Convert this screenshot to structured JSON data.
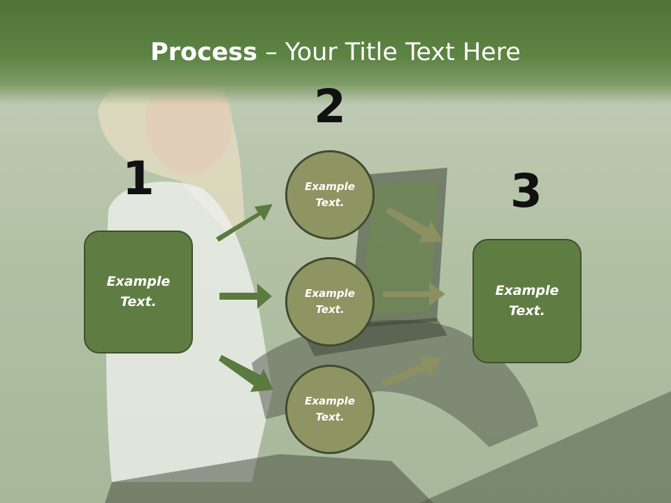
{
  "title": {
    "bold": "Process",
    "rest": " – Your Title Text Here"
  },
  "steps": [
    {
      "number": "1",
      "label": "Example Text."
    },
    {
      "number": "2",
      "items": [
        "Example Text.",
        "Example Text.",
        "Example Text."
      ]
    },
    {
      "number": "3",
      "label": "Example Text."
    }
  ],
  "colors": {
    "title_band": "#5e8444",
    "box_fill": "#5f7d42",
    "circle_fill": "#8f9463",
    "arrow_dark": "#5a7a40",
    "arrow_olive": "#8c9060"
  },
  "icons": [
    "arrow-right-up-icon",
    "arrow-right-icon",
    "arrow-right-down-icon"
  ]
}
